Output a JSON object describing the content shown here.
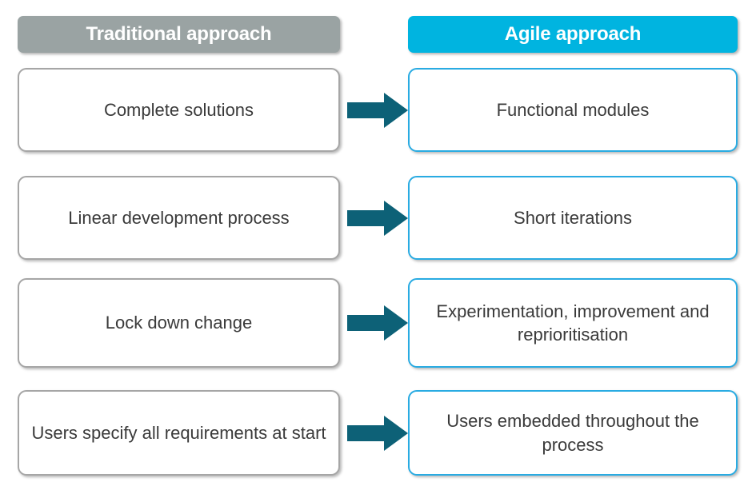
{
  "columns": {
    "left": {
      "header": "Traditional approach"
    },
    "right": {
      "header": "Agile approach"
    }
  },
  "colors": {
    "traditional_header_bg": "#9aa3a3",
    "agile_header_bg": "#00b4e0",
    "arrow": "#0d6177",
    "left_box_border": "#a6a6a6",
    "right_box_border": "#29abe2",
    "body_text": "#3a3a3a",
    "header_text": "#ffffff",
    "background": "#ffffff"
  },
  "rows": [
    {
      "left": "Complete solutions",
      "arrow": "arrow-right-icon",
      "right": "Functional modules"
    },
    {
      "left": "Linear development process",
      "arrow": "arrow-right-icon",
      "right": "Short iterations"
    },
    {
      "left": "Lock down change",
      "arrow": "arrow-right-icon",
      "right": "Experimentation, improvement and reprioritisation"
    },
    {
      "left": "Users specify all requirements at start",
      "arrow": "arrow-right-icon",
      "right": "Users embedded throughout the process"
    }
  ]
}
